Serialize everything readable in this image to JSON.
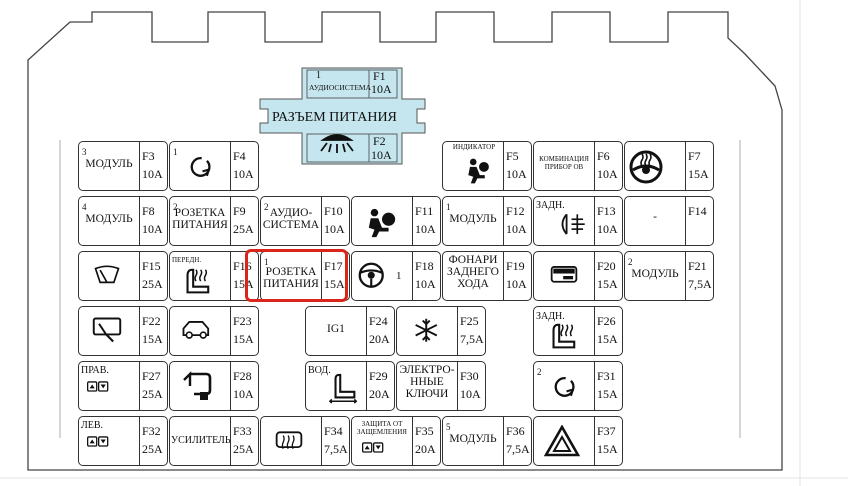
{
  "connector": {
    "title": "РАЗЪЕМ ПИТАНИЯ",
    "top": {
      "num": "1",
      "label": "АУДИОСИСТЕМА",
      "id": "F1",
      "amp": "10A"
    },
    "bottom": {
      "icon": "dome-light-icon",
      "id": "F2",
      "amp": "10A"
    }
  },
  "highlight": {
    "target": "F17",
    "color": "#d9251c"
  },
  "colors": {
    "connector_fill": "#c5e6ee",
    "highlight": "#d9251c",
    "outline": "#333333"
  },
  "fuses": [
    {
      "id": "F3",
      "amp": "10A",
      "num": "3",
      "label": "МОДУЛЬ",
      "icon": ""
    },
    {
      "id": "F4",
      "amp": "10A",
      "num": "1",
      "label": "",
      "icon": "rotate-arrow-icon"
    },
    {
      "id": "F5",
      "amp": "10A",
      "num": "",
      "label": "ИНДИКАТОР",
      "icon": "airbag-indicator-icon"
    },
    {
      "id": "F6",
      "amp": "10A",
      "num": "",
      "label": "КОМБИНАЦИЯ ПРИБОР ОВ",
      "icon": ""
    },
    {
      "id": "F7",
      "amp": "15A",
      "num": "",
      "label": "",
      "icon": "heated-steering-wheel-icon"
    },
    {
      "id": "F8",
      "amp": "10A",
      "num": "4",
      "label": "МОДУЛЬ",
      "icon": ""
    },
    {
      "id": "F9",
      "amp": "25A",
      "num": "2",
      "label": "РОЗЕТКА ПИТАНИЯ",
      "icon": ""
    },
    {
      "id": "F10",
      "amp": "10A",
      "num": "2",
      "label": "АУДИО-СИСТЕМА",
      "icon": ""
    },
    {
      "id": "F11",
      "amp": "10A",
      "num": "",
      "label": "",
      "icon": "airbag-icon"
    },
    {
      "id": "F12",
      "amp": "10A",
      "num": "1",
      "label": "МОДУЛЬ",
      "icon": ""
    },
    {
      "id": "F13",
      "amp": "10A",
      "num": "",
      "label": "ЗАДН.",
      "icon": "rear-fog-light-icon"
    },
    {
      "id": "F14",
      "amp": "",
      "num": "",
      "label": "-",
      "icon": ""
    },
    {
      "id": "F15",
      "amp": "25A",
      "num": "",
      "label": "",
      "icon": "wiper-icon"
    },
    {
      "id": "F16",
      "amp": "15A",
      "num": "",
      "label": "ПЕРЕДН.",
      "icon": "seat-heater-icon"
    },
    {
      "id": "F17",
      "amp": "15A",
      "num": "1",
      "label": "РОЗЕТКА ПИТАНИЯ",
      "icon": ""
    },
    {
      "id": "F18",
      "amp": "10A",
      "num": "1",
      "label": "",
      "icon": "steering-wheel-icon"
    },
    {
      "id": "F19",
      "amp": "10A",
      "num": "",
      "label": "ФОНАРИ ЗАДНЕГО ХОДА",
      "icon": ""
    },
    {
      "id": "F20",
      "amp": "15A",
      "num": "",
      "label": "",
      "icon": "door-lock-icon"
    },
    {
      "id": "F21",
      "amp": "7,5A",
      "num": "2",
      "label": "МОДУЛЬ",
      "icon": ""
    },
    {
      "id": "F22",
      "amp": "15A",
      "num": "",
      "label": "",
      "icon": "rear-wiper-icon"
    },
    {
      "id": "F23",
      "amp": "15A",
      "num": "",
      "label": "",
      "icon": "car-tailgate-icon"
    },
    {
      "id": "F24",
      "amp": "20A",
      "num": "",
      "label": "IG1",
      "icon": ""
    },
    {
      "id": "F25",
      "amp": "7,5A",
      "num": "",
      "label": "",
      "icon": "snowflake-icon"
    },
    {
      "id": "F26",
      "amp": "15A",
      "num": "",
      "label": "ЗАДН.",
      "icon": "seat-heater-icon"
    },
    {
      "id": "F27",
      "amp": "25A",
      "num": "",
      "label": "ПРАВ.",
      "icon": "power-window-icon"
    },
    {
      "id": "F28",
      "amp": "10A",
      "num": "",
      "label": "",
      "icon": "mirror-fold-icon"
    },
    {
      "id": "F29",
      "amp": "20A",
      "num": "",
      "label": "ВОД.",
      "icon": "power-seat-icon"
    },
    {
      "id": "F30",
      "amp": "10A",
      "num": "",
      "label": "ЭЛЕКТРО-ННЫЕ КЛЮЧИ",
      "icon": ""
    },
    {
      "id": "F31",
      "amp": "15A",
      "num": "2",
      "label": "",
      "icon": "rotate-arrow-icon"
    },
    {
      "id": "F32",
      "amp": "25A",
      "num": "",
      "label": "ЛЕВ.",
      "icon": "power-window-icon"
    },
    {
      "id": "F33",
      "amp": "25A",
      "num": "",
      "label": "УСИЛИТЕЛЬ",
      "icon": ""
    },
    {
      "id": "F34",
      "amp": "7,5A",
      "num": "",
      "label": "",
      "icon": "rear-defrost-icon"
    },
    {
      "id": "F35",
      "amp": "20A",
      "num": "",
      "label": "ЗАЩИТА ОТ ЗАЩЕМЛЕНИЯ",
      "icon": "power-window-icon"
    },
    {
      "id": "F36",
      "amp": "7,5A",
      "num": "5",
      "label": "МОДУЛЬ",
      "icon": ""
    },
    {
      "id": "F37",
      "amp": "15A",
      "num": "",
      "label": "",
      "icon": "hazard-triangle-icon"
    }
  ]
}
